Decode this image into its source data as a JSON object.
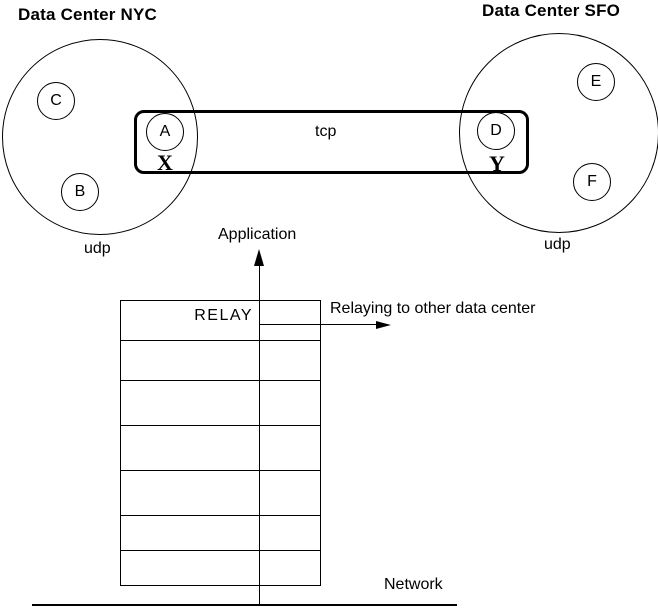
{
  "titles": {
    "nyc": "Data Center NYC",
    "sfo": "Data Center SFO"
  },
  "labels": {
    "tcp": "tcp",
    "udp_nyc": "udp",
    "udp_sfo": "udp",
    "endpoint_x": "X",
    "endpoint_y": "Y"
  },
  "nodes": {
    "a": "A",
    "b": "B",
    "c": "C",
    "d": "D",
    "e": "E",
    "f": "F"
  },
  "stack": {
    "application": "Application",
    "relay": "RELAY",
    "relaying": "Relaying to other data center",
    "network": "Network"
  },
  "colors": {
    "ink": "#000000",
    "background": "#ffffff"
  }
}
